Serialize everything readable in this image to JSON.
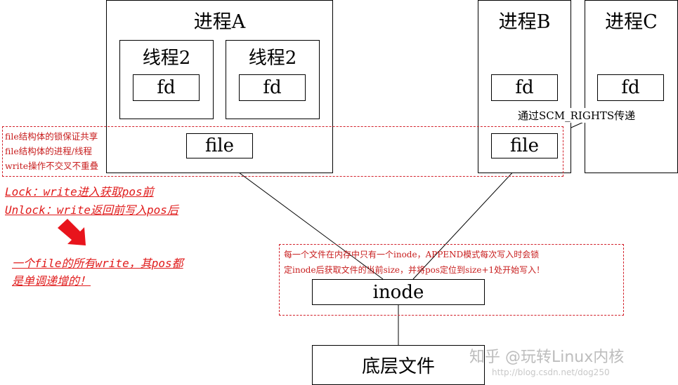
{
  "process_a": {
    "title": "进程A",
    "threads": [
      {
        "title": "线程2",
        "fd": "fd"
      },
      {
        "title": "线程2",
        "fd": "fd"
      }
    ],
    "file": "file"
  },
  "process_b": {
    "title": "进程B",
    "fd": "fd",
    "file": "file"
  },
  "process_c": {
    "title": "进程C",
    "fd": "fd"
  },
  "scm_label": "通过SCM_RIGHTS传递",
  "file_notes": [
    "file结构体的锁保证共享",
    "file结构体的进程/线程",
    "write操作不交叉不重叠"
  ],
  "lock_lines": [
    "Lock：write进入获取pos前",
    "Unlock：write返回前写入pos后"
  ],
  "conclusion": [
    "一个file的所有write，其pos都",
    "是单调递增的！"
  ],
  "inode_notes": [
    "每一个文件在内存中只有一个inode，APPEND模式每次写入时会锁",
    "定inode后获取文件的当前size，并将pos定位到size+1处开始写入！"
  ],
  "inode": "inode",
  "base_file": "底层文件",
  "watermark": {
    "brand": "知乎 @玩转Linux内核",
    "url": "http://blog.csdn.net/dog250"
  },
  "colors": {
    "annotation": "#d2202a",
    "box": "#000000"
  }
}
